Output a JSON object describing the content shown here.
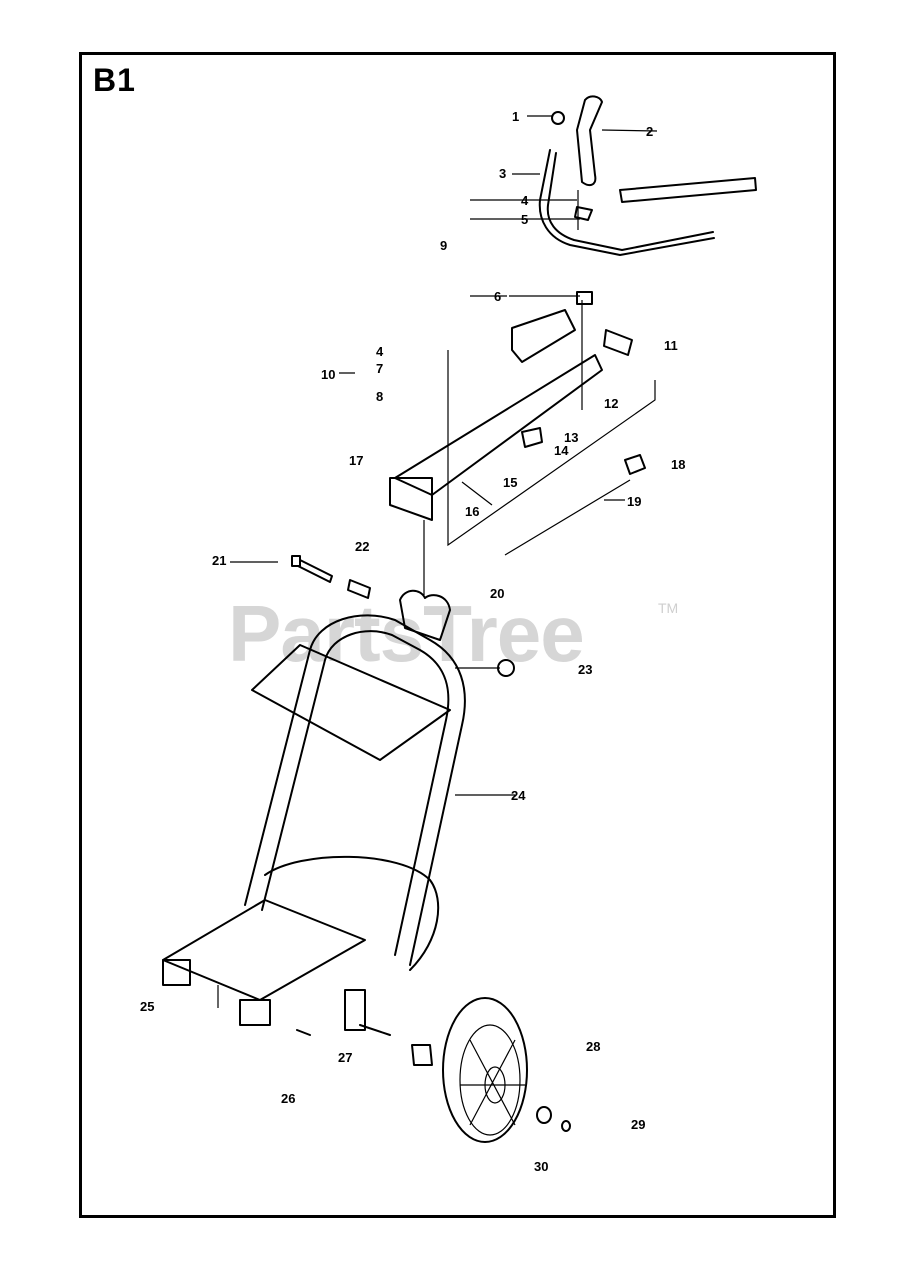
{
  "diagram": {
    "section_label": "B1",
    "watermark": "PartsTree",
    "watermark_tm": "TM",
    "callouts": [
      "1",
      "2",
      "3",
      "4",
      "5",
      "9",
      "6",
      "4",
      "7",
      "10",
      "8",
      "11",
      "12",
      "13",
      "14",
      "17",
      "18",
      "15",
      "16",
      "19",
      "21",
      "22",
      "20",
      "23",
      "24",
      "25",
      "27",
      "28",
      "26",
      "29",
      "30"
    ]
  }
}
